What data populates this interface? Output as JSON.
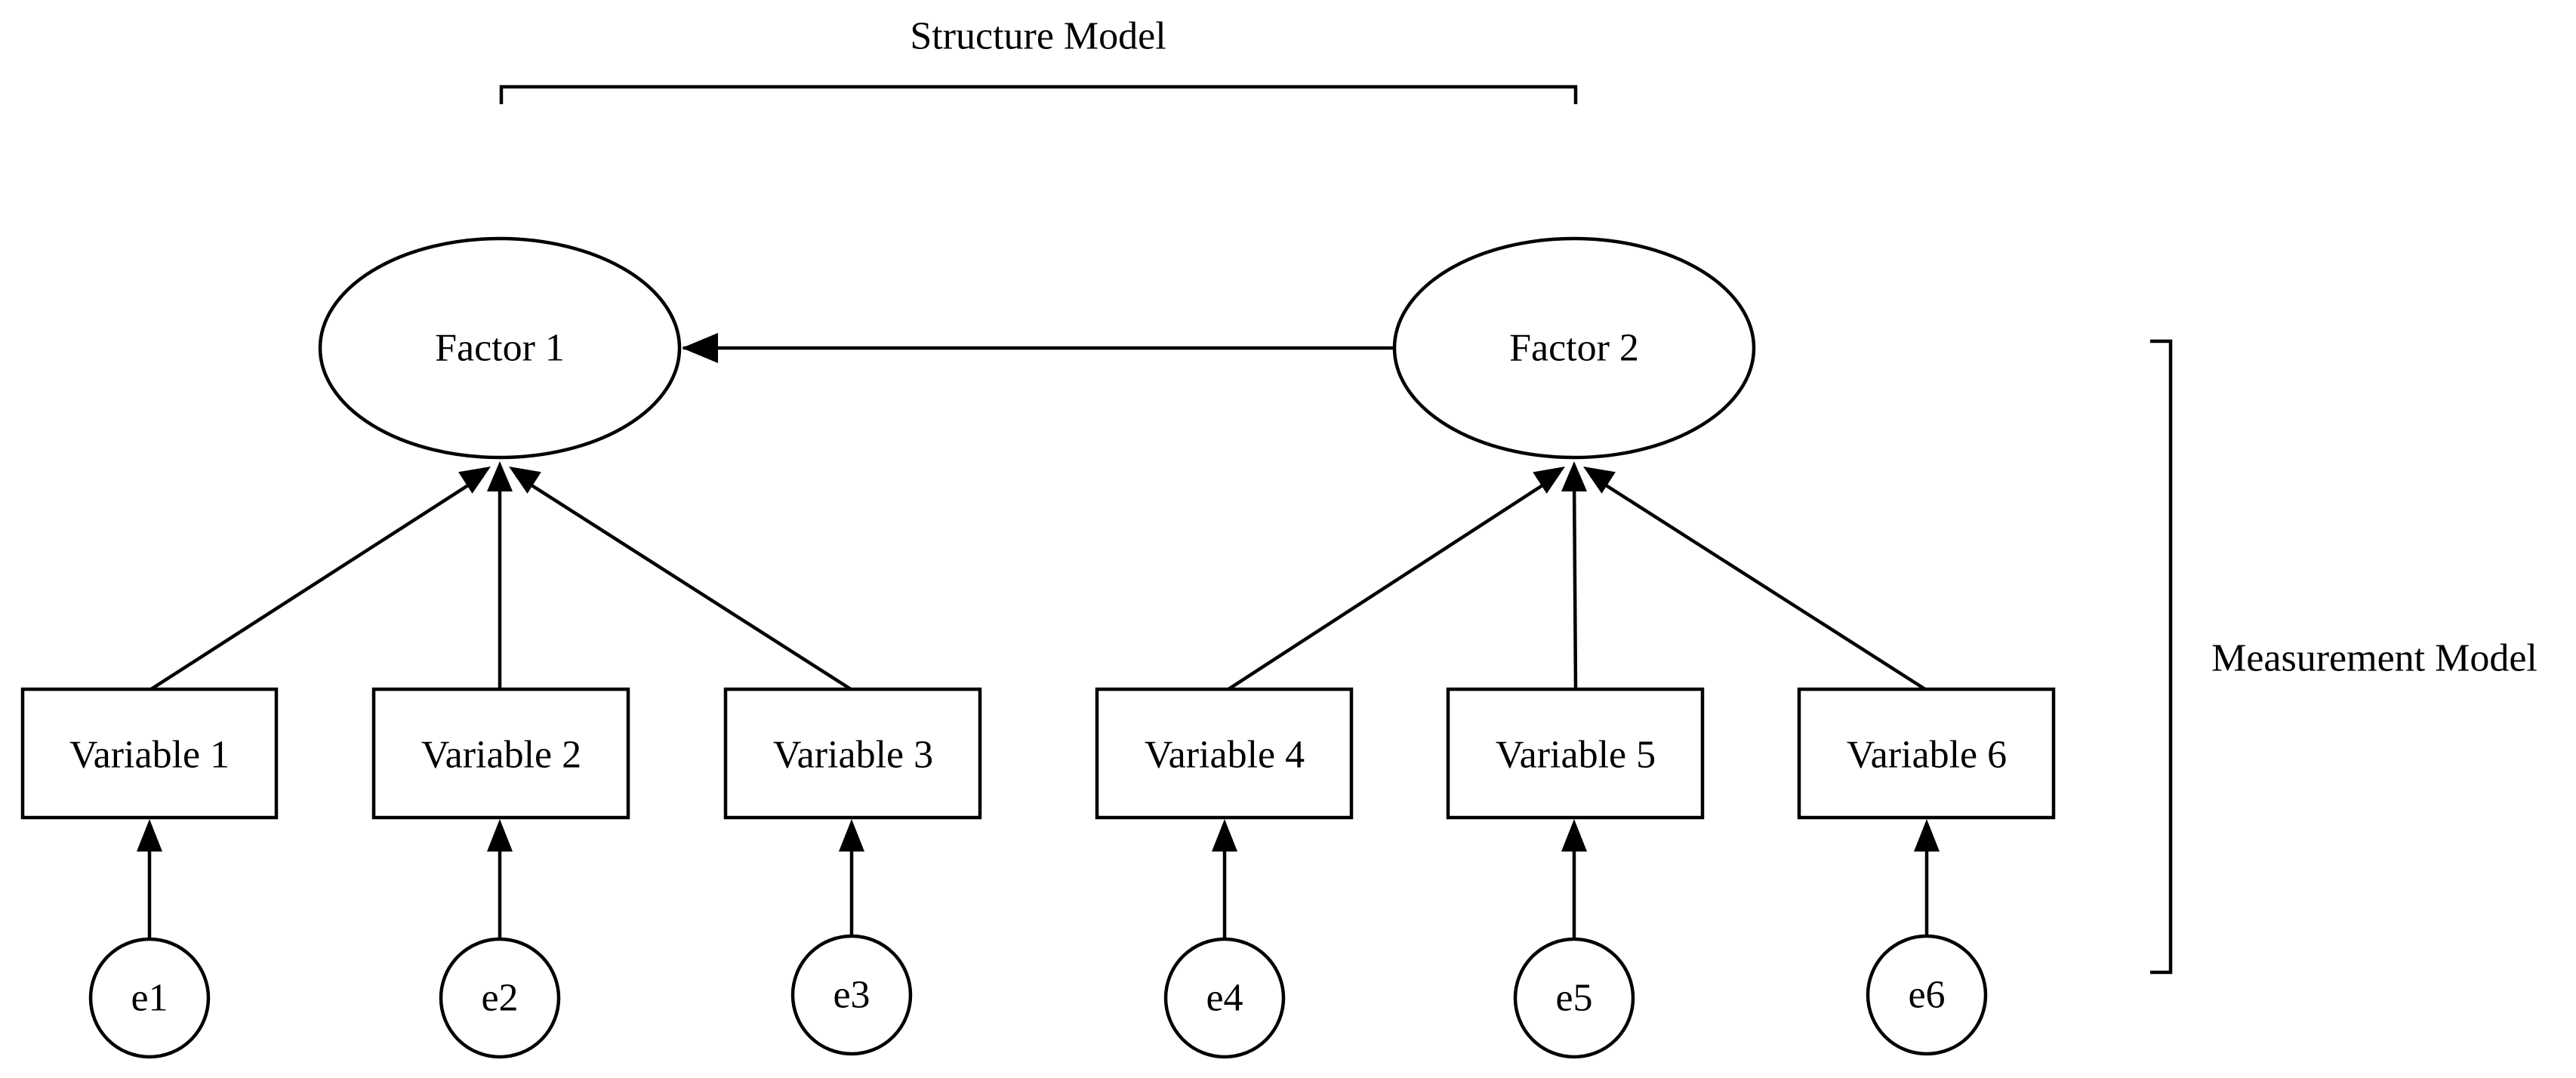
{
  "labels": {
    "structure_model": "Structure Model",
    "measurement_model": "Measurement Model"
  },
  "factors": [
    {
      "id": "factor-1",
      "label": "Factor 1"
    },
    {
      "id": "factor-2",
      "label": "Factor 2"
    }
  ],
  "variables": [
    {
      "label": "Variable 1"
    },
    {
      "label": "Variable 2"
    },
    {
      "label": "Variable 3"
    },
    {
      "label": "Variable 4"
    },
    {
      "label": "Variable 5"
    },
    {
      "label": "Variable 6"
    }
  ],
  "errors": [
    {
      "label": "e1"
    },
    {
      "label": "e2"
    },
    {
      "label": "e3"
    },
    {
      "label": "e4"
    },
    {
      "label": "e5"
    },
    {
      "label": "e6"
    }
  ],
  "colors": {
    "stroke": "#000000",
    "background": "#ffffff"
  }
}
